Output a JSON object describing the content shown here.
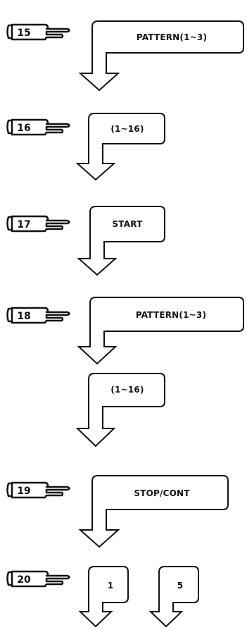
{
  "steps": [
    {
      "number": "15",
      "keys": [
        "PATTERN(1~3)"
      ]
    },
    {
      "number": "16",
      "keys": [
        "(1~16)"
      ]
    },
    {
      "number": "17",
      "keys": [
        "START"
      ]
    },
    {
      "number": "18",
      "keys": [
        "PATTERN(1~3)",
        "(1~16)"
      ]
    },
    {
      "number": "19",
      "keys": [
        "STOP/CONT"
      ]
    },
    {
      "number": "20",
      "keys": [
        "1",
        "5"
      ]
    }
  ],
  "colors": {
    "ink": "#111111",
    "paper": "#ffffff"
  }
}
